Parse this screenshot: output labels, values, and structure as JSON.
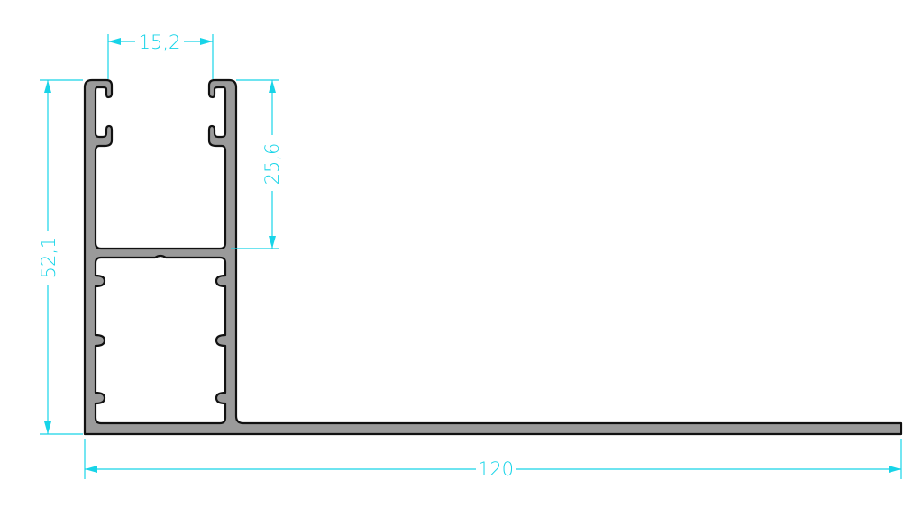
{
  "drawing": {
    "colors": {
      "dimension": "#17d4e8",
      "profile_fill": "#9a9a9a",
      "outline": "#111111"
    },
    "dimensions": {
      "top_opening": "15,2",
      "upper_channel_depth": "25,6",
      "total_height": "52,1",
      "total_width": "120"
    }
  }
}
